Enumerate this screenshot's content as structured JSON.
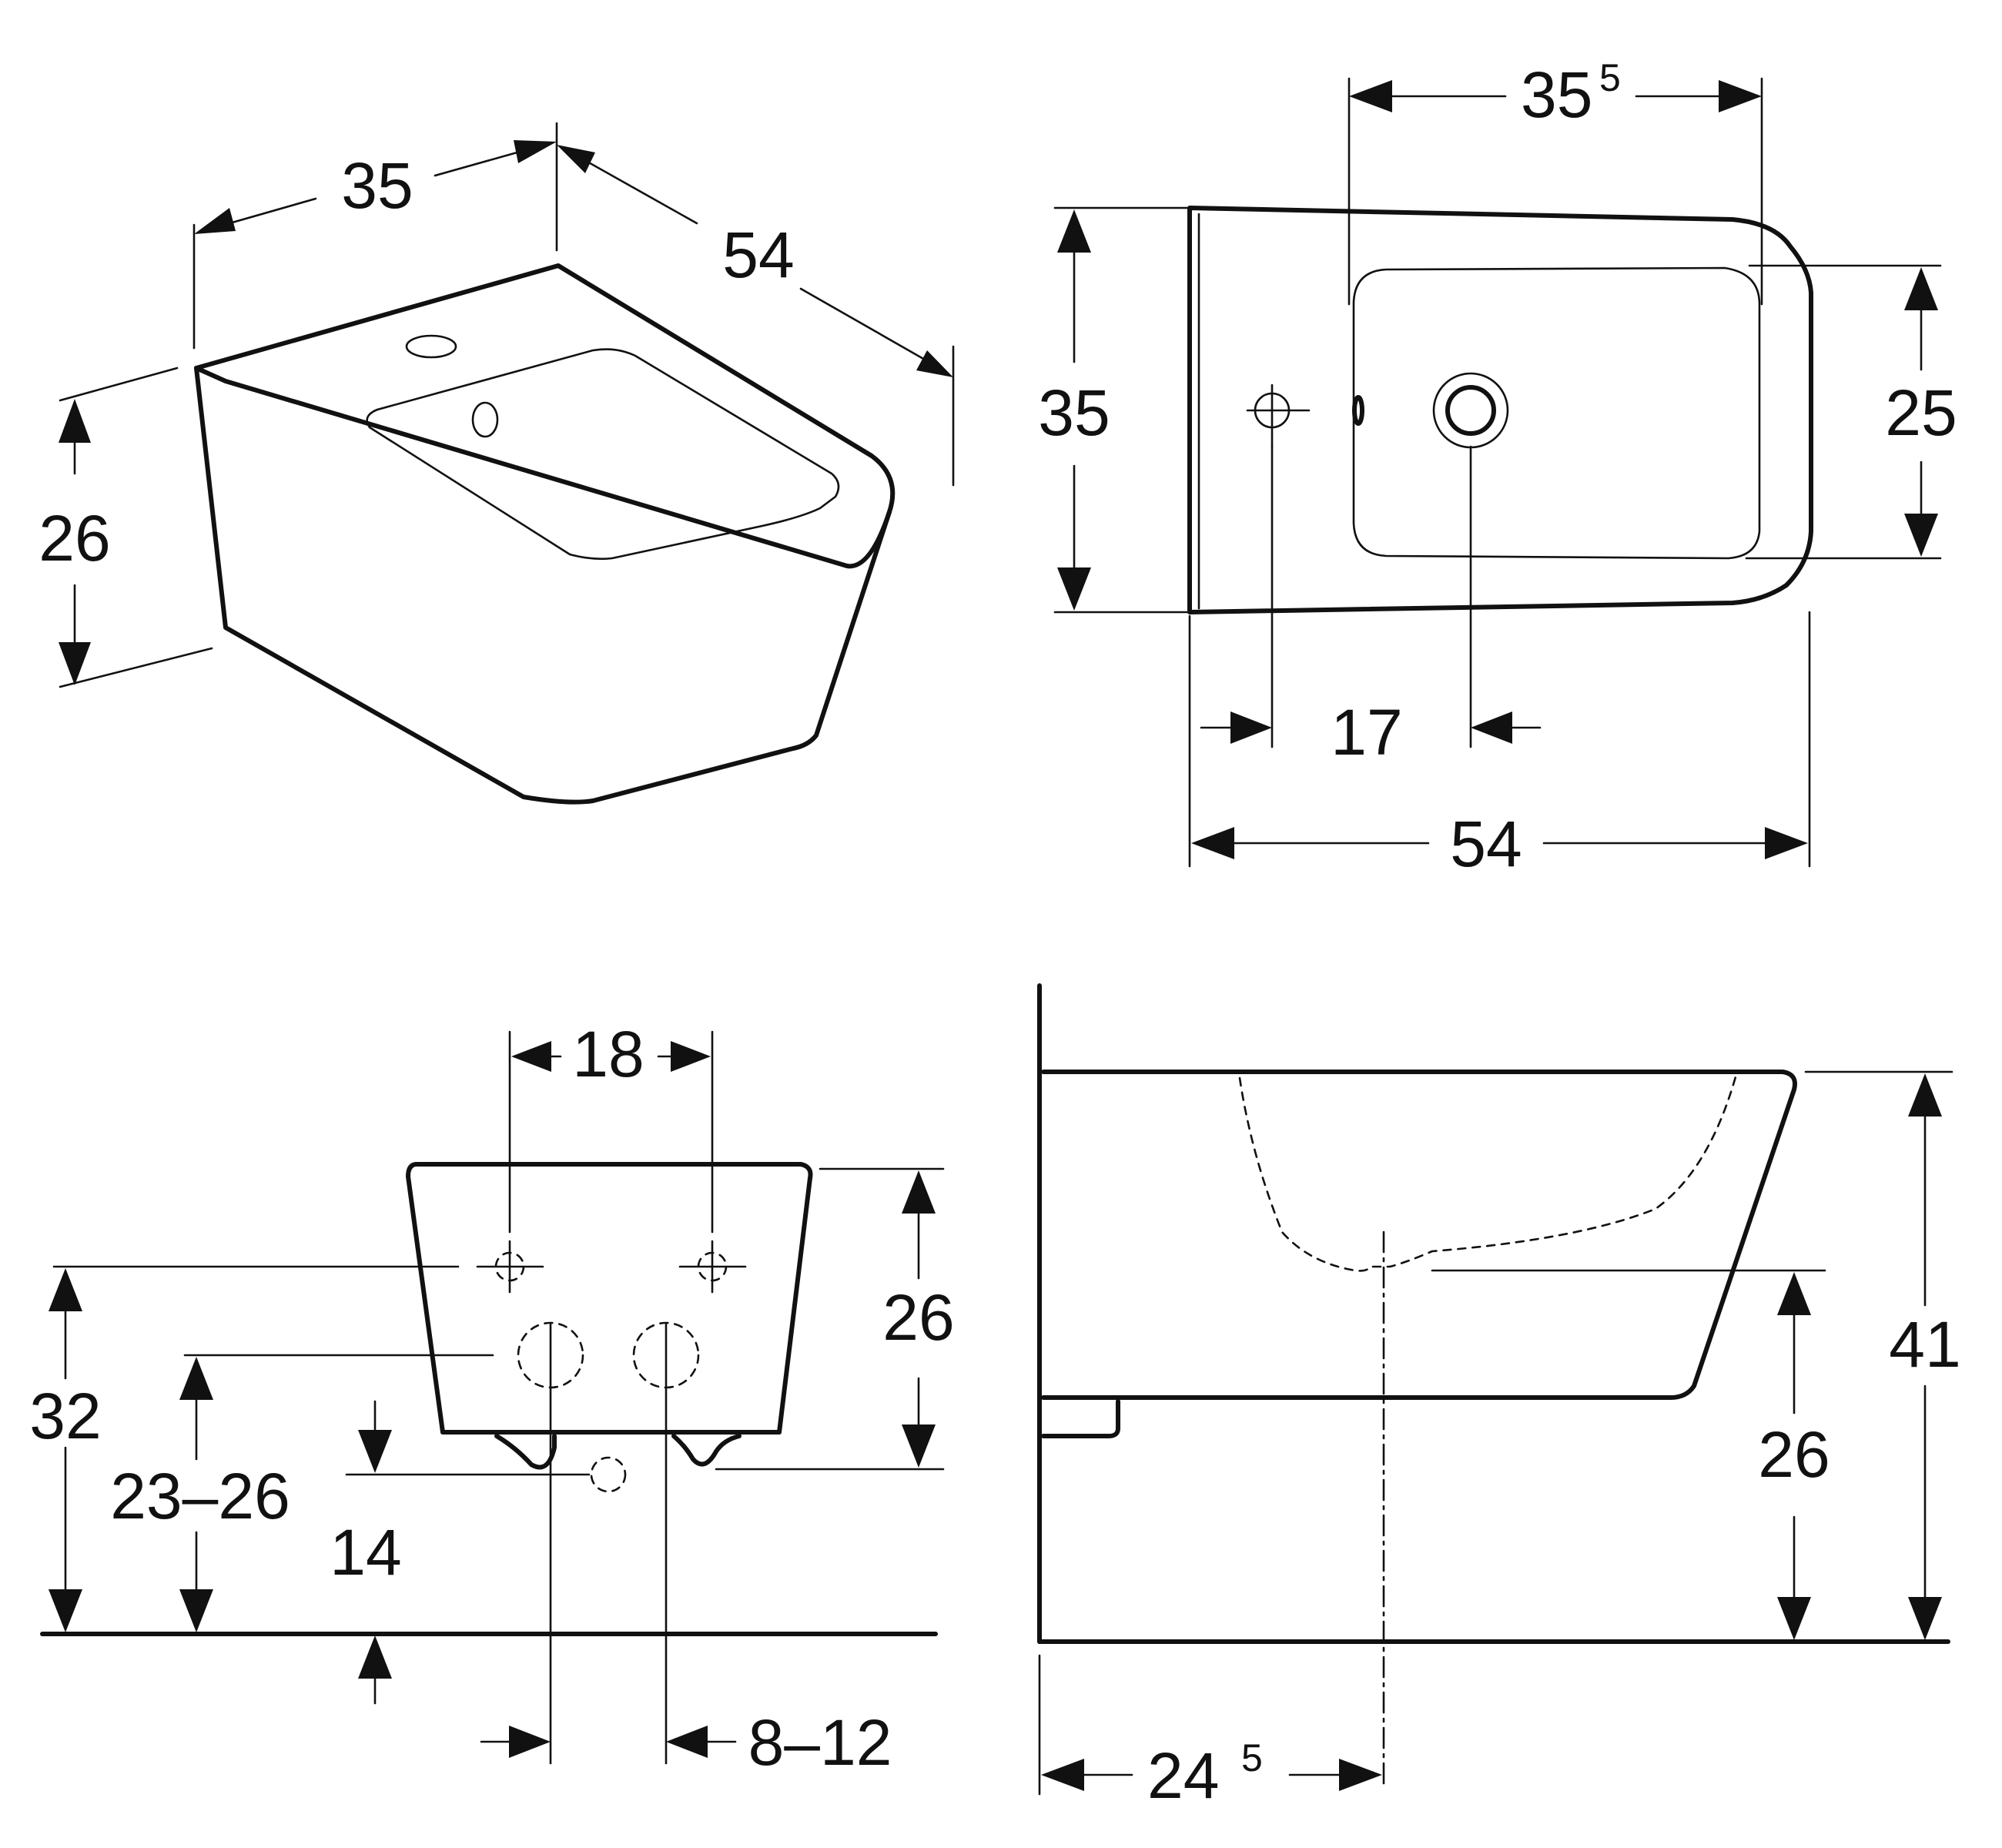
{
  "views": {
    "isometric": {
      "width": "35",
      "depth": "54",
      "height": "26"
    },
    "top": {
      "width_main": "35",
      "width_sup": "5",
      "side_width": "35",
      "bowl_width": "25",
      "tap_to_waste": "17",
      "length": "54"
    },
    "rear": {
      "hole_spacing": "18",
      "height": "26",
      "fixing_height": "32",
      "supply_height": "23–26",
      "waste_height": "14",
      "supply_offset": "8–12"
    },
    "side": {
      "total_height": "41",
      "rim_to_floor": "26",
      "axis_main": "24",
      "axis_sup": "5"
    }
  }
}
